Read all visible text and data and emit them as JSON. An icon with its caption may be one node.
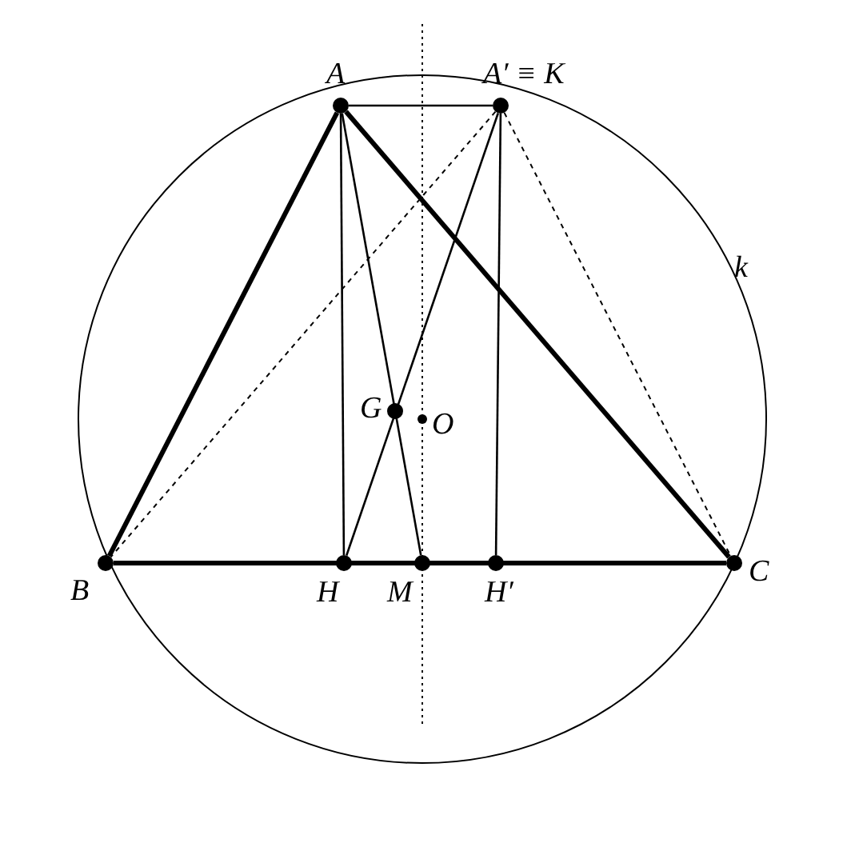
{
  "diagram": {
    "nodes": [
      {
        "text": [
          "A"
        ]
      },
      {
        "text": [
          "A′ ≡ K"
        ]
      },
      {
        "text": [
          "G"
        ]
      },
      {
        "text": [
          "O"
        ]
      },
      {
        "text": [
          "B"
        ]
      },
      {
        "text": [
          "H"
        ]
      },
      {
        "text": [
          "M"
        ]
      },
      {
        "text": [
          "H′"
        ]
      },
      {
        "text": [
          "C"
        ]
      }
    ],
    "edges": [
      {
        "from": 0,
        "to": 4,
        "arrow": "none",
        "style": "thick"
      },
      {
        "from": 0,
        "to": 8,
        "arrow": "none",
        "style": "thick"
      },
      {
        "from": 4,
        "to": 8,
        "arrow": "none",
        "style": "thick"
      },
      {
        "from": 0,
        "to": 1,
        "arrow": "none"
      },
      {
        "from": 0,
        "to": 5,
        "arrow": "none"
      },
      {
        "from": 0,
        "to": 6,
        "arrow": "none"
      },
      {
        "from": 1,
        "to": 5,
        "arrow": "none"
      },
      {
        "from": 1,
        "to": 7,
        "arrow": "none"
      },
      {
        "from": 1,
        "to": 4,
        "arrow": "none",
        "style": "dashed"
      },
      {
        "from": 1,
        "to": 8,
        "arrow": "none",
        "style": "dashed"
      }
    ],
    "labels": [
      "k"
    ]
  }
}
